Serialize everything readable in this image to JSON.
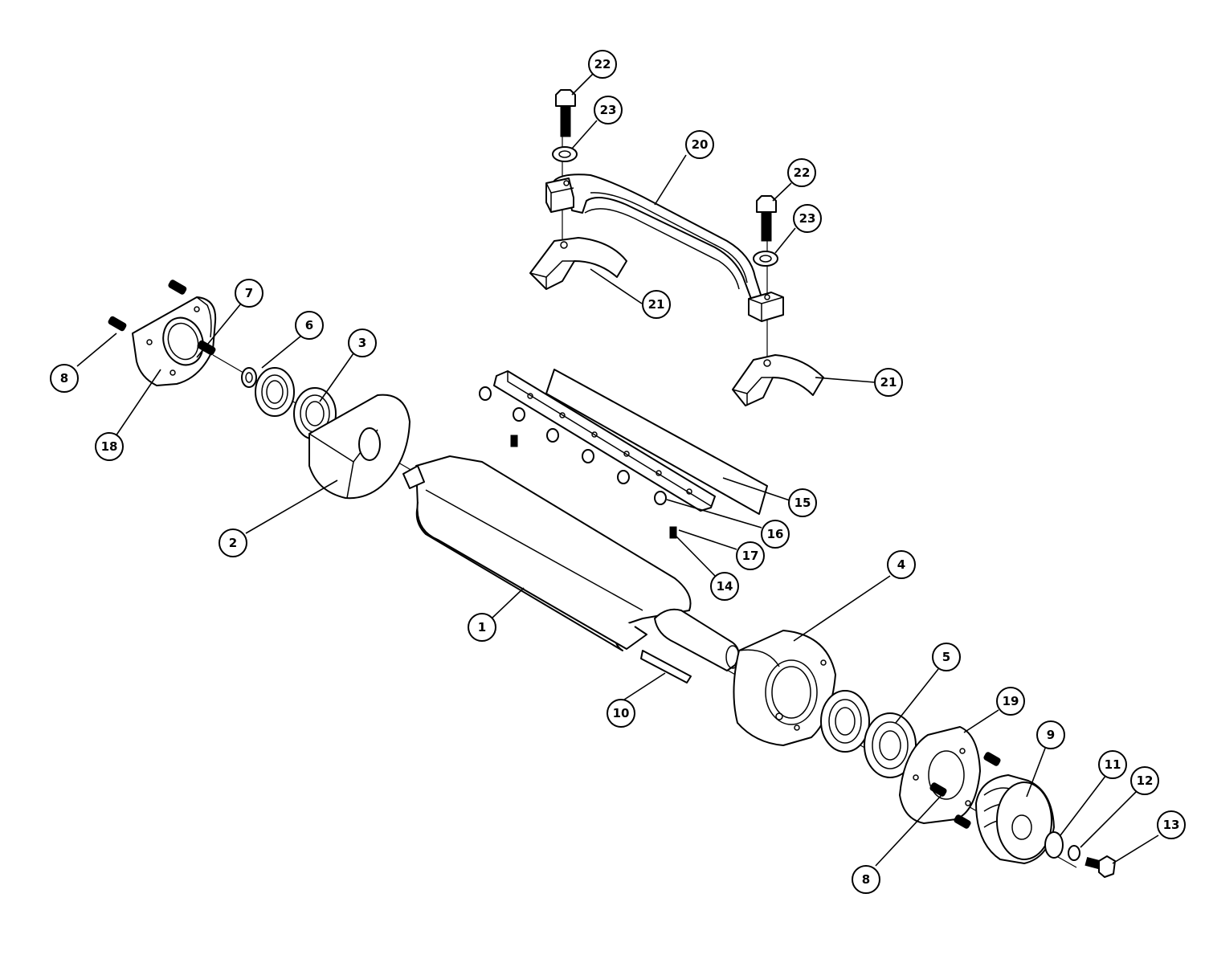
{
  "diagram": {
    "callouts": [
      {
        "id": "c1",
        "label": "1"
      },
      {
        "id": "c2",
        "label": "2"
      },
      {
        "id": "c3",
        "label": "3"
      },
      {
        "id": "c4",
        "label": "4"
      },
      {
        "id": "c5",
        "label": "5"
      },
      {
        "id": "c6",
        "label": "6"
      },
      {
        "id": "c7",
        "label": "7"
      },
      {
        "id": "c8a",
        "label": "8"
      },
      {
        "id": "c8b",
        "label": "8"
      },
      {
        "id": "c9",
        "label": "9"
      },
      {
        "id": "c10",
        "label": "10"
      },
      {
        "id": "c11",
        "label": "11"
      },
      {
        "id": "c12",
        "label": "12"
      },
      {
        "id": "c13",
        "label": "13"
      },
      {
        "id": "c14",
        "label": "14"
      },
      {
        "id": "c15",
        "label": "15"
      },
      {
        "id": "c16",
        "label": "16"
      },
      {
        "id": "c17",
        "label": "17"
      },
      {
        "id": "c18",
        "label": "18"
      },
      {
        "id": "c19",
        "label": "19"
      },
      {
        "id": "c20",
        "label": "20"
      },
      {
        "id": "c21a",
        "label": "21"
      },
      {
        "id": "c21b",
        "label": "21"
      },
      {
        "id": "c22a",
        "label": "22"
      },
      {
        "id": "c22b",
        "label": "22"
      },
      {
        "id": "c23a",
        "label": "23"
      },
      {
        "id": "c23b",
        "label": "23"
      }
    ]
  }
}
